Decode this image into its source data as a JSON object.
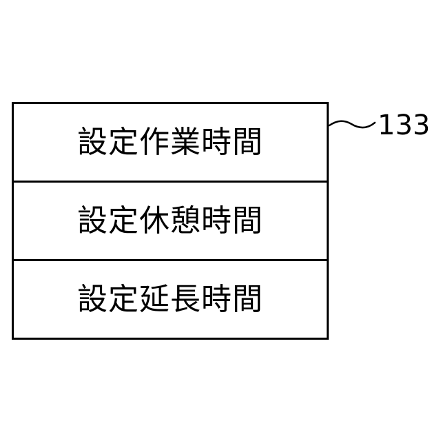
{
  "diagram": {
    "reference_number": "133",
    "rows": [
      {
        "label": "設定作業時間"
      },
      {
        "label": "設定休憩時間"
      },
      {
        "label": "設定延長時間"
      }
    ]
  }
}
